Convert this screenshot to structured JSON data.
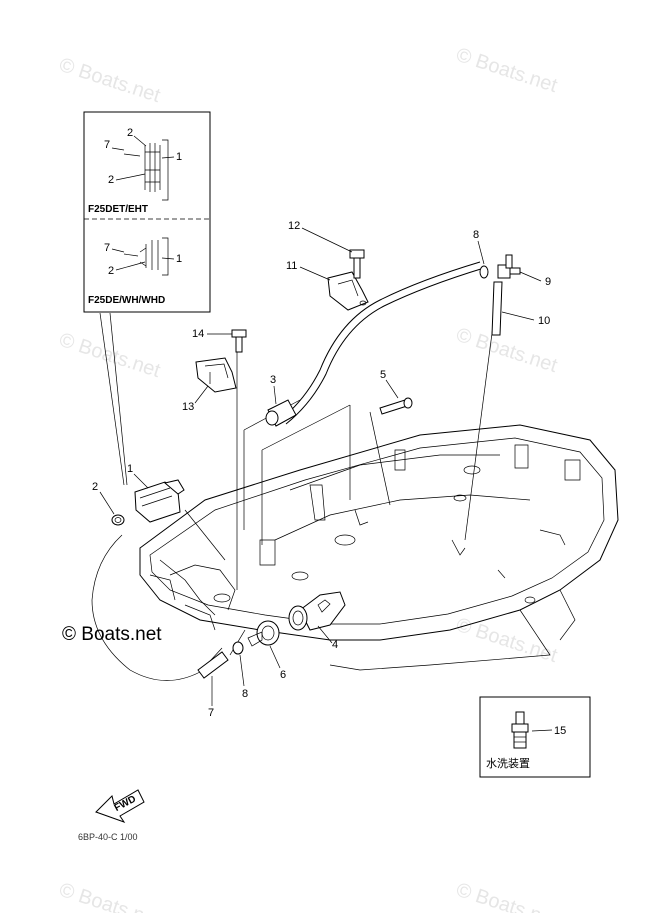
{
  "watermarks": [
    "© Boats.net",
    "© Boats.net",
    "© Boats.net",
    "© Boats.net",
    "© Boats.net",
    "© Boats.net",
    "© Boats.net"
  ],
  "copyright": "© Boats.net",
  "diagram_code": "6BP-40-C 1/00",
  "inset_top": {
    "title_upper": "F25DET/EHT",
    "title_lower": "F25DE/WH/WHD",
    "upper_callouts": [
      "7",
      "2",
      "1",
      "2"
    ],
    "lower_callouts": [
      "7",
      "1",
      "2"
    ]
  },
  "inset_bottom": {
    "caption": "水洗装置",
    "callout": "15"
  },
  "callouts": {
    "c1": "1",
    "c2": "2",
    "c3": "3",
    "c4": "4",
    "c5": "5",
    "c6": "6",
    "c7": "7",
    "c8a": "8",
    "c8b": "8",
    "c9": "9",
    "c10": "10",
    "c11": "11",
    "c12": "12",
    "c13": "13",
    "c14": "14"
  },
  "fwd_label": "FWD"
}
